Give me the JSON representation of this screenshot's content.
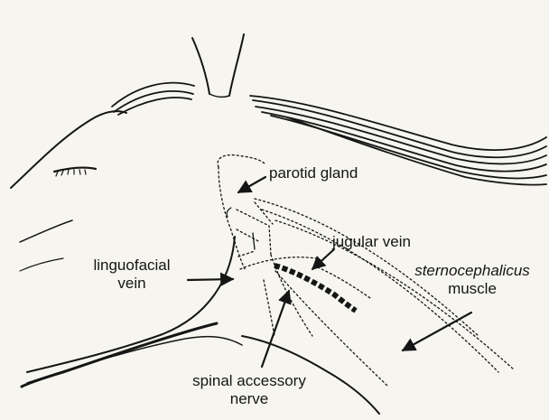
{
  "labels": {
    "parotid_gland": "parotid gland",
    "jugular_vein": "jugular vein",
    "linguofacial_line1": "linguofacial",
    "linguofacial_line2": "vein",
    "sternocephalicus_line1": "sternocephalicus",
    "sternocephalicus_line2": "muscle",
    "spinal_accessory_line1": "spinal accessory",
    "spinal_accessory_line2": "nerve"
  },
  "colors": {
    "background": "#f6f5f0",
    "ink": "#151515"
  }
}
